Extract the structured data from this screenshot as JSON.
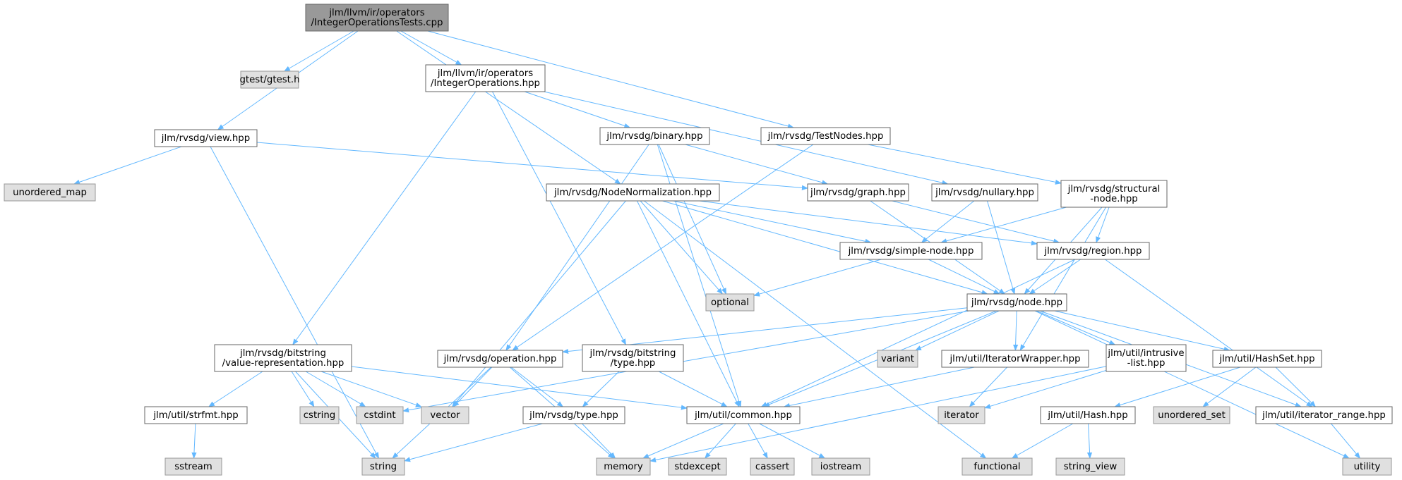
{
  "colors": {
    "edge": "#63b8ff",
    "node_fill": "#ffffff",
    "node_stroke": "#666666",
    "root_fill": "#999999",
    "system_fill": "#e0e0e0",
    "system_stroke": "#999999",
    "text": "#000000"
  },
  "nodes": [
    {
      "id": "root",
      "lines": [
        "jlm/llvm/ir/operators",
        "/IntegerOperationsTests.cpp"
      ],
      "kind": "root"
    },
    {
      "id": "gtest",
      "lines": [
        "gtest/gtest.h"
      ],
      "kind": "system"
    },
    {
      "id": "intops",
      "lines": [
        "jlm/llvm/ir/operators",
        "/IntegerOperations.hpp"
      ],
      "kind": "file"
    },
    {
      "id": "testnodes",
      "lines": [
        "jlm/rvsdg/TestNodes.hpp"
      ],
      "kind": "file"
    },
    {
      "id": "view",
      "lines": [
        "jlm/rvsdg/view.hpp"
      ],
      "kind": "file"
    },
    {
      "id": "binary",
      "lines": [
        "jlm/rvsdg/binary.hpp"
      ],
      "kind": "file"
    },
    {
      "id": "unordered_map",
      "lines": [
        "unordered_map"
      ],
      "kind": "system"
    },
    {
      "id": "nodenorm",
      "lines": [
        "jlm/rvsdg/NodeNormalization.hpp"
      ],
      "kind": "file"
    },
    {
      "id": "graph",
      "lines": [
        "jlm/rvsdg/graph.hpp"
      ],
      "kind": "file"
    },
    {
      "id": "nullary",
      "lines": [
        "jlm/rvsdg/nullary.hpp"
      ],
      "kind": "file"
    },
    {
      "id": "structnode",
      "lines": [
        "jlm/rvsdg/structural",
        "-node.hpp"
      ],
      "kind": "file"
    },
    {
      "id": "simplenode",
      "lines": [
        "jlm/rvsdg/simple-node.hpp"
      ],
      "kind": "file"
    },
    {
      "id": "region",
      "lines": [
        "jlm/rvsdg/region.hpp"
      ],
      "kind": "file"
    },
    {
      "id": "optional",
      "lines": [
        "optional"
      ],
      "kind": "system"
    },
    {
      "id": "node",
      "lines": [
        "jlm/rvsdg/node.hpp"
      ],
      "kind": "file"
    },
    {
      "id": "valrep",
      "lines": [
        "jlm/rvsdg/bitstring",
        "/value-representation.hpp"
      ],
      "kind": "file"
    },
    {
      "id": "operation",
      "lines": [
        "jlm/rvsdg/operation.hpp"
      ],
      "kind": "file"
    },
    {
      "id": "bittype",
      "lines": [
        "jlm/rvsdg/bitstring",
        "/type.hpp"
      ],
      "kind": "file"
    },
    {
      "id": "variant",
      "lines": [
        "variant"
      ],
      "kind": "system"
    },
    {
      "id": "iterwrap",
      "lines": [
        "jlm/util/IteratorWrapper.hpp"
      ],
      "kind": "file"
    },
    {
      "id": "intrusive",
      "lines": [
        "jlm/util/intrusive",
        "-list.hpp"
      ],
      "kind": "file"
    },
    {
      "id": "hashset",
      "lines": [
        "jlm/util/HashSet.hpp"
      ],
      "kind": "file"
    },
    {
      "id": "strfmt",
      "lines": [
        "jlm/util/strfmt.hpp"
      ],
      "kind": "file"
    },
    {
      "id": "cstring",
      "lines": [
        "cstring"
      ],
      "kind": "system"
    },
    {
      "id": "cstdint",
      "lines": [
        "cstdint"
      ],
      "kind": "system"
    },
    {
      "id": "vector",
      "lines": [
        "vector"
      ],
      "kind": "system"
    },
    {
      "id": "type",
      "lines": [
        "jlm/rvsdg/type.hpp"
      ],
      "kind": "file"
    },
    {
      "id": "common",
      "lines": [
        "jlm/util/common.hpp"
      ],
      "kind": "file"
    },
    {
      "id": "iterator",
      "lines": [
        "iterator"
      ],
      "kind": "system"
    },
    {
      "id": "hash",
      "lines": [
        "jlm/util/Hash.hpp"
      ],
      "kind": "file"
    },
    {
      "id": "unordered_set",
      "lines": [
        "unordered_set"
      ],
      "kind": "system"
    },
    {
      "id": "iterrange",
      "lines": [
        "jlm/util/iterator_range.hpp"
      ],
      "kind": "file"
    },
    {
      "id": "sstream",
      "lines": [
        "sstream"
      ],
      "kind": "system"
    },
    {
      "id": "string",
      "lines": [
        "string"
      ],
      "kind": "system"
    },
    {
      "id": "memory",
      "lines": [
        "memory"
      ],
      "kind": "system"
    },
    {
      "id": "stdexcept",
      "lines": [
        "stdexcept"
      ],
      "kind": "system"
    },
    {
      "id": "cassert",
      "lines": [
        "cassert"
      ],
      "kind": "system"
    },
    {
      "id": "iostream",
      "lines": [
        "iostream"
      ],
      "kind": "system"
    },
    {
      "id": "functional",
      "lines": [
        "functional"
      ],
      "kind": "system"
    },
    {
      "id": "string_view",
      "lines": [
        "string_view"
      ],
      "kind": "system"
    },
    {
      "id": "utility",
      "lines": [
        "utility"
      ],
      "kind": "system"
    }
  ],
  "edges": [
    [
      "root",
      "gtest"
    ],
    [
      "root",
      "intops"
    ],
    [
      "root",
      "testnodes"
    ],
    [
      "root",
      "view"
    ],
    [
      "root",
      "nodenorm"
    ],
    [
      "intops",
      "binary"
    ],
    [
      "intops",
      "nullary"
    ],
    [
      "intops",
      "valrep"
    ],
    [
      "intops",
      "bittype"
    ],
    [
      "testnodes",
      "operation"
    ],
    [
      "testnodes",
      "structnode"
    ],
    [
      "view",
      "unordered_map"
    ],
    [
      "view",
      "graph"
    ],
    [
      "view",
      "string"
    ],
    [
      "binary",
      "graph"
    ],
    [
      "binary",
      "operation"
    ],
    [
      "binary",
      "optional"
    ],
    [
      "binary",
      "common"
    ],
    [
      "nodenorm",
      "simplenode"
    ],
    [
      "nodenorm",
      "region"
    ],
    [
      "nodenorm",
      "node"
    ],
    [
      "nodenorm",
      "optional"
    ],
    [
      "nodenorm",
      "vector"
    ],
    [
      "nodenorm",
      "common"
    ],
    [
      "nodenorm",
      "functional"
    ],
    [
      "graph",
      "region"
    ],
    [
      "graph",
      "node"
    ],
    [
      "nullary",
      "simplenode"
    ],
    [
      "nullary",
      "node"
    ],
    [
      "structnode",
      "simplenode"
    ],
    [
      "structnode",
      "region"
    ],
    [
      "structnode",
      "node"
    ],
    [
      "structnode",
      "iterwrap"
    ],
    [
      "simplenode",
      "node"
    ],
    [
      "simplenode",
      "optional"
    ],
    [
      "region",
      "node"
    ],
    [
      "region",
      "common"
    ],
    [
      "region",
      "iterrange"
    ],
    [
      "node",
      "operation"
    ],
    [
      "node",
      "variant"
    ],
    [
      "node",
      "iterwrap"
    ],
    [
      "node",
      "intrusive"
    ],
    [
      "node",
      "hashset"
    ],
    [
      "node",
      "common"
    ],
    [
      "node",
      "cstdint"
    ],
    [
      "node",
      "iterrange"
    ],
    [
      "node",
      "utility"
    ],
    [
      "valrep",
      "strfmt"
    ],
    [
      "valrep",
      "cstring"
    ],
    [
      "valrep",
      "cstdint"
    ],
    [
      "valrep",
      "vector"
    ],
    [
      "valrep",
      "string"
    ],
    [
      "valrep",
      "common"
    ],
    [
      "operation",
      "type"
    ],
    [
      "operation",
      "vector"
    ],
    [
      "operation",
      "string"
    ],
    [
      "operation",
      "memory"
    ],
    [
      "bittype",
      "type"
    ],
    [
      "bittype",
      "common"
    ],
    [
      "iterwrap",
      "iterator"
    ],
    [
      "iterwrap",
      "common"
    ],
    [
      "intrusive",
      "iterator"
    ],
    [
      "intrusive",
      "memory"
    ],
    [
      "hashset",
      "hash"
    ],
    [
      "hashset",
      "unordered_set"
    ],
    [
      "hashset",
      "iterrange"
    ],
    [
      "strfmt",
      "sstream"
    ],
    [
      "type",
      "memory"
    ],
    [
      "type",
      "string"
    ],
    [
      "common",
      "stdexcept"
    ],
    [
      "common",
      "cassert"
    ],
    [
      "common",
      "iostream"
    ],
    [
      "common",
      "memory"
    ],
    [
      "hash",
      "functional"
    ],
    [
      "hash",
      "string_view"
    ],
    [
      "iterrange",
      "utility"
    ]
  ]
}
